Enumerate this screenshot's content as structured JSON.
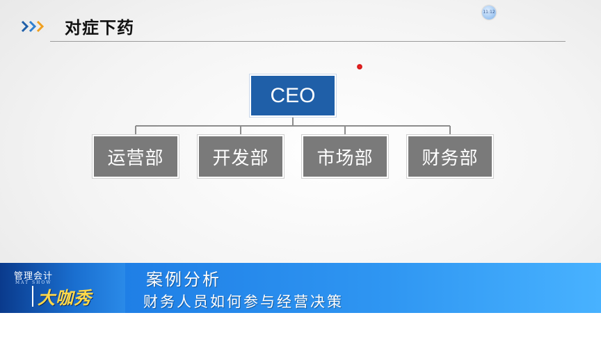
{
  "slide": {
    "title": "对症下药",
    "timer_text": "11:12"
  },
  "org_chart": {
    "root": "CEO",
    "departments": [
      "运营部",
      "开发部",
      "市场部",
      "财务部"
    ],
    "colors": {
      "root": "#1f5fa8",
      "department": "#7a7a7a"
    }
  },
  "banner": {
    "logo_top": "管理会计",
    "logo_sub": "MAT SHOW",
    "logo_main": "大咖秀",
    "caption_line1": "案例分析",
    "caption_line2": "财务人员如何参与经营决策"
  }
}
